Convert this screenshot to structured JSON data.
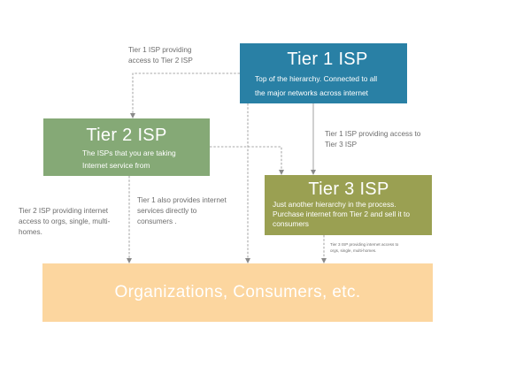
{
  "diagram": {
    "tier1": {
      "title": "Tier 1 ISP",
      "description_lines": [
        "Top of the hierarchy. Connected to all",
        "the major networks across internet"
      ]
    },
    "tier2": {
      "title": "Tier 2 ISP",
      "description_lines": [
        "The ISPs that you are taking",
        "Internet service from"
      ]
    },
    "tier3": {
      "title": "Tier 3 ISP",
      "description_lines": [
        "Just another hierarchy in the process.",
        "Purchase internet from Tier 2 and sell it to",
        "consumers"
      ]
    },
    "consumers": {
      "title": "Organizations, Consumers, etc."
    },
    "notes": {
      "tier1_to_tier2": [
        "Tier 1 ISP providing",
        "access to Tier 2 ISP"
      ],
      "tier1_to_tier3": [
        "Tier 1 ISP providing access to",
        "Tier 3 ISP"
      ],
      "tier1_to_consumers": [
        "Tier 1 also provides internet",
        "services directly to",
        "consumers ."
      ],
      "tier2_to_orgs": [
        "Tier 2 ISP providing internet",
        "access to orgs, single, multi-",
        "homes."
      ],
      "tier3_to_orgs": [
        "Tier 3 ISP providing internet access to",
        "orgs, single, multi-homes."
      ]
    }
  },
  "colors": {
    "tier1": "#2980a5",
    "tier2": "#85a976",
    "tier3": "#9aa052",
    "consumers": "#fcd69f",
    "connector": "#8a8a8a",
    "note_text": "#6d6d6d"
  }
}
